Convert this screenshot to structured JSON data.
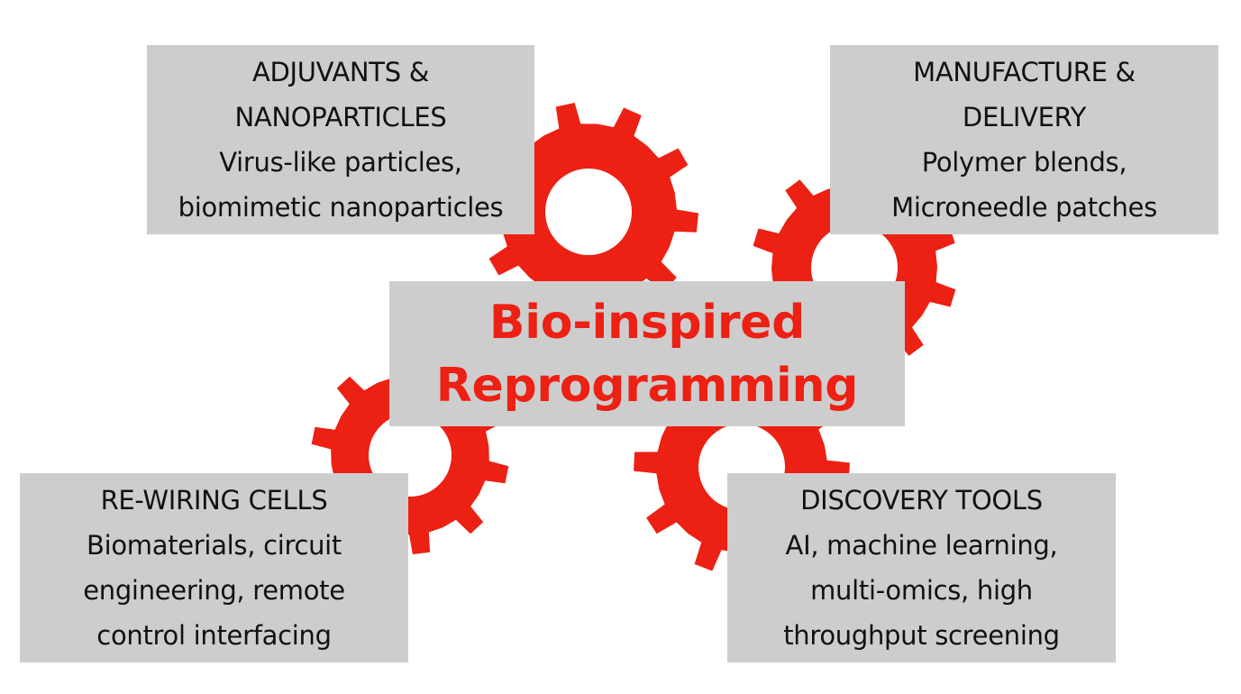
{
  "colors": {
    "gear": "#ec2013",
    "box": "#cdcdcd",
    "text": "#111111",
    "title": "#ec2013"
  },
  "center": {
    "line1": "Bio-inspired",
    "line2": "Reprogramming"
  },
  "boxes": {
    "adjuvants": {
      "title1": "ADJUVANTS &",
      "title2": "NANOPARTICLES",
      "line1": "Virus-like particles,",
      "line2": "biomimetic nanoparticles"
    },
    "manufacture": {
      "title1": "MANUFACTURE &",
      "title2": "DELIVERY",
      "line1": "Polymer blends,",
      "line2": "Microneedle patches"
    },
    "rewiring": {
      "title": "RE-WIRING CELLS",
      "line1": "Biomaterials, circuit",
      "line2": "engineering, remote",
      "line3": "control interfacing"
    },
    "discovery": {
      "title": "DISCOVERY TOOLS",
      "line1": "AI, machine learning,",
      "line2": "multi-omics, high",
      "line3": "throughput screening"
    }
  }
}
